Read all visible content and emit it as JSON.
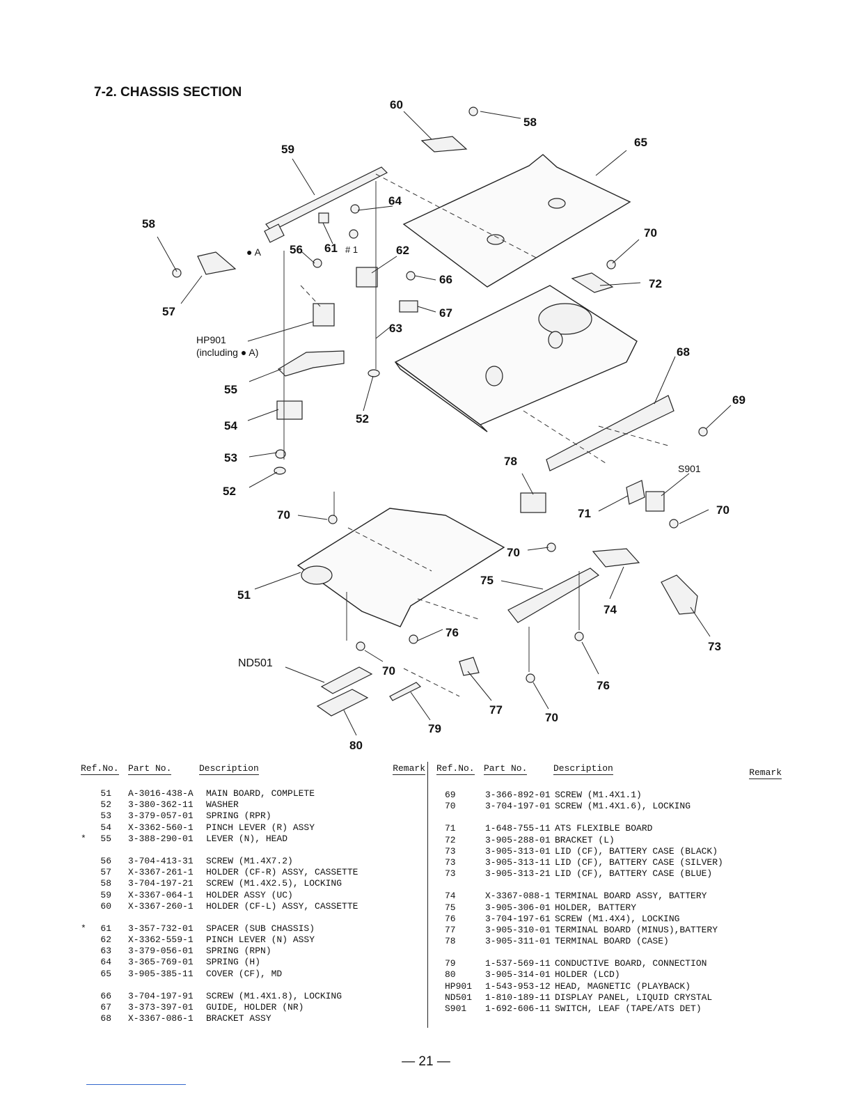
{
  "section_title": "7-2.  CHASSIS SECTION",
  "callouts": {
    "c51": "51",
    "c52a": "52",
    "c52b": "52",
    "c53": "53",
    "c54": "54",
    "c55": "55",
    "c56": "56",
    "c57": "57",
    "c58a": "58",
    "c58b": "58",
    "c59": "59",
    "c60": "60",
    "c61": "61",
    "c61note": "# 1",
    "c62": "62",
    "c63": "63",
    "c64": "64",
    "c65": "65",
    "c66": "66",
    "c67": "67",
    "c68": "68",
    "c69": "69",
    "c70a": "70",
    "c70b": "70",
    "c70c": "70",
    "c70d": "70",
    "c70e": "70",
    "c70f": "70",
    "c71": "71",
    "c72": "72",
    "c73": "73",
    "c74": "74",
    "c75": "75",
    "c76a": "76",
    "c76b": "76",
    "c77": "77",
    "c78": "78",
    "c79": "79",
    "c80": "80",
    "hp901": "HP901",
    "hp901note": "(including ● A)",
    "markA": "● A",
    "nd501": "ND501",
    "s901": "S901"
  },
  "table_headers": {
    "ref": "Ref.No.",
    "part": "Part No.",
    "desc": "Description",
    "remark": "Remark"
  },
  "left_table": [
    {
      "mark": "",
      "ref": "51",
      "part": "A-3016-438-A",
      "desc": "MAIN BOARD, COMPLETE"
    },
    {
      "mark": "",
      "ref": "52",
      "part": "3-380-362-11",
      "desc": "WASHER"
    },
    {
      "mark": "",
      "ref": "53",
      "part": "3-379-057-01",
      "desc": "SPRING (RPR)"
    },
    {
      "mark": "",
      "ref": "54",
      "part": "X-3362-560-1",
      "desc": "PINCH LEVER (R) ASSY"
    },
    {
      "mark": "*",
      "ref": "55",
      "part": "3-388-290-01",
      "desc": "LEVER (N), HEAD"
    },
    {
      "mark": "",
      "ref": "56",
      "part": "3-704-413-31",
      "desc": "SCREW (M1.4X7.2)"
    },
    {
      "mark": "",
      "ref": "57",
      "part": "X-3367-261-1",
      "desc": "HOLDER (CF-R) ASSY, CASSETTE"
    },
    {
      "mark": "",
      "ref": "58",
      "part": "3-704-197-21",
      "desc": "SCREW (M1.4X2.5), LOCKING"
    },
    {
      "mark": "",
      "ref": "59",
      "part": "X-3367-064-1",
      "desc": "HOLDER ASSY (UC)"
    },
    {
      "mark": "",
      "ref": "60",
      "part": "X-3367-260-1",
      "desc": "HOLDER (CF-L) ASSY, CASSETTE"
    },
    {
      "mark": "*",
      "ref": "61",
      "part": "3-357-732-01",
      "desc": "SPACER (SUB CHASSIS)"
    },
    {
      "mark": "",
      "ref": "62",
      "part": "X-3362-559-1",
      "desc": "PINCH LEVER (N) ASSY"
    },
    {
      "mark": "",
      "ref": "63",
      "part": "3-379-056-01",
      "desc": "SPRING (RPN)"
    },
    {
      "mark": "",
      "ref": "64",
      "part": "3-365-769-01",
      "desc": "SPRING (H)"
    },
    {
      "mark": "",
      "ref": "65",
      "part": "3-905-385-11",
      "desc": "COVER (CF), MD"
    },
    {
      "mark": "",
      "ref": "66",
      "part": "3-704-197-91",
      "desc": "SCREW (M1.4X1.8), LOCKING"
    },
    {
      "mark": "",
      "ref": "67",
      "part": "3-373-397-01",
      "desc": "GUIDE, HOLDER (NR)"
    },
    {
      "mark": "",
      "ref": "68",
      "part": "X-3367-086-1",
      "desc": "BRACKET ASSY"
    }
  ],
  "right_table": [
    {
      "ref": "69",
      "part": "3-366-892-01",
      "desc": "SCREW (M1.4X1.1)"
    },
    {
      "ref": "70",
      "part": "3-704-197-01",
      "desc": "SCREW (M1.4X1.6), LOCKING"
    },
    {
      "ref": "71",
      "part": "1-648-755-11",
      "desc": "ATS FLEXIBLE BOARD"
    },
    {
      "ref": "72",
      "part": "3-905-288-01",
      "desc": "BRACKET (L)"
    },
    {
      "ref": "73",
      "part": "3-905-313-01",
      "desc": "LID (CF), BATTERY CASE (BLACK)"
    },
    {
      "ref": "73",
      "part": "3-905-313-11",
      "desc": "LID (CF), BATTERY CASE (SILVER)"
    },
    {
      "ref": "73",
      "part": "3-905-313-21",
      "desc": "LID (CF), BATTERY CASE (BLUE)"
    },
    {
      "ref": "74",
      "part": "X-3367-088-1",
      "desc": "TERMINAL BOARD ASSY, BATTERY"
    },
    {
      "ref": "75",
      "part": "3-905-306-01",
      "desc": "HOLDER, BATTERY"
    },
    {
      "ref": "76",
      "part": "3-704-197-61",
      "desc": "SCREW (M1.4X4), LOCKING"
    },
    {
      "ref": "77",
      "part": "3-905-310-01",
      "desc": "TERMINAL BOARD (MINUS),BATTERY"
    },
    {
      "ref": "78",
      "part": "3-905-311-01",
      "desc": "TERMINAL BOARD (CASE)"
    },
    {
      "ref": "79",
      "part": "1-537-569-11",
      "desc": "CONDUCTIVE BOARD, CONNECTION"
    },
    {
      "ref": "80",
      "part": "3-905-314-01",
      "desc": "HOLDER (LCD)"
    },
    {
      "ref": "HP901",
      "part": "1-543-953-12",
      "desc": "HEAD, MAGNETIC (PLAYBACK)"
    },
    {
      "ref": "ND501",
      "part": "1-810-189-11",
      "desc": "DISPLAY PANEL, LIQUID CRYSTAL"
    },
    {
      "ref": "S901",
      "part": "1-692-606-11",
      "desc": "SWITCH, LEAF (TAPE/ATS DET)"
    }
  ],
  "page_number": "— 21 —"
}
